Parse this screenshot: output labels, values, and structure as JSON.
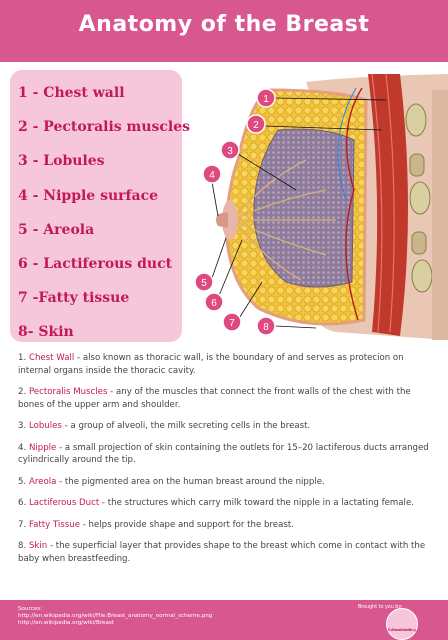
{
  "title": "Anatomy of the Breast",
  "legend": [
    "1 - Chest wall",
    "2 - Pectoralis muscles",
    "3 - Lobules",
    "4 - Nipple surface",
    "5 - Areola",
    "6 - Lactiferous duct",
    "7 -Fatty tissue",
    "8- Skin"
  ],
  "callouts": [
    "1",
    "2",
    "3",
    "4",
    "5",
    "6",
    "7",
    "8"
  ],
  "descriptions": [
    {
      "num": "1.",
      "term": "Chest Wall",
      "text": " - also known as thoracic wall, is the boundary of and serves as protecion on internal organs inside the thoracic cavity."
    },
    {
      "num": "2.",
      "term": "Pectoralis Muscles",
      "text": " -   any of the muscles that connect the front walls of the chest with the bones of the upper arm and shoulder."
    },
    {
      "num": "3.",
      "term": "Lobules",
      "text": " - a group of alveoli, the milk secreting cells in the breast."
    },
    {
      "num": "4.",
      "term": "Nipple",
      "text": "  - a small projection of skin containing the outlets for 15–20 lactiferous ducts arranged cylindrically around the tip."
    },
    {
      "num": "5.",
      "term": "Areola",
      "text": " - the pigmented area on the human breast around the nipple."
    },
    {
      "num": "6.",
      "term": "Lactiferous Duct",
      "text": " - the structures which carry milk toward the nipple in a lactating female."
    },
    {
      "num": "7.",
      "term": "Fatty Tissue",
      "text": " - helps provide shape and support for the breast."
    },
    {
      "num": "8.",
      "term": "Skin",
      "text": " - the superficial layer that provides shape to the breast which come in contact with the baby when breastfeeding."
    }
  ],
  "footer": {
    "sources_label": "Sources:",
    "source_1": "http://en.wikipedia.org/wiki/File:Breast_anatomy_normal_scheme.png",
    "source_2": "http://en.wikipedia.org/wiki/Breast",
    "brought": "Brought to you by:",
    "logo_line1": "Breastfeeding",
    "logo_line2": "Essentials"
  },
  "colors": {
    "accent": "#d9578f",
    "legend_bg": "#f6c6da",
    "term": "#c2185b"
  }
}
